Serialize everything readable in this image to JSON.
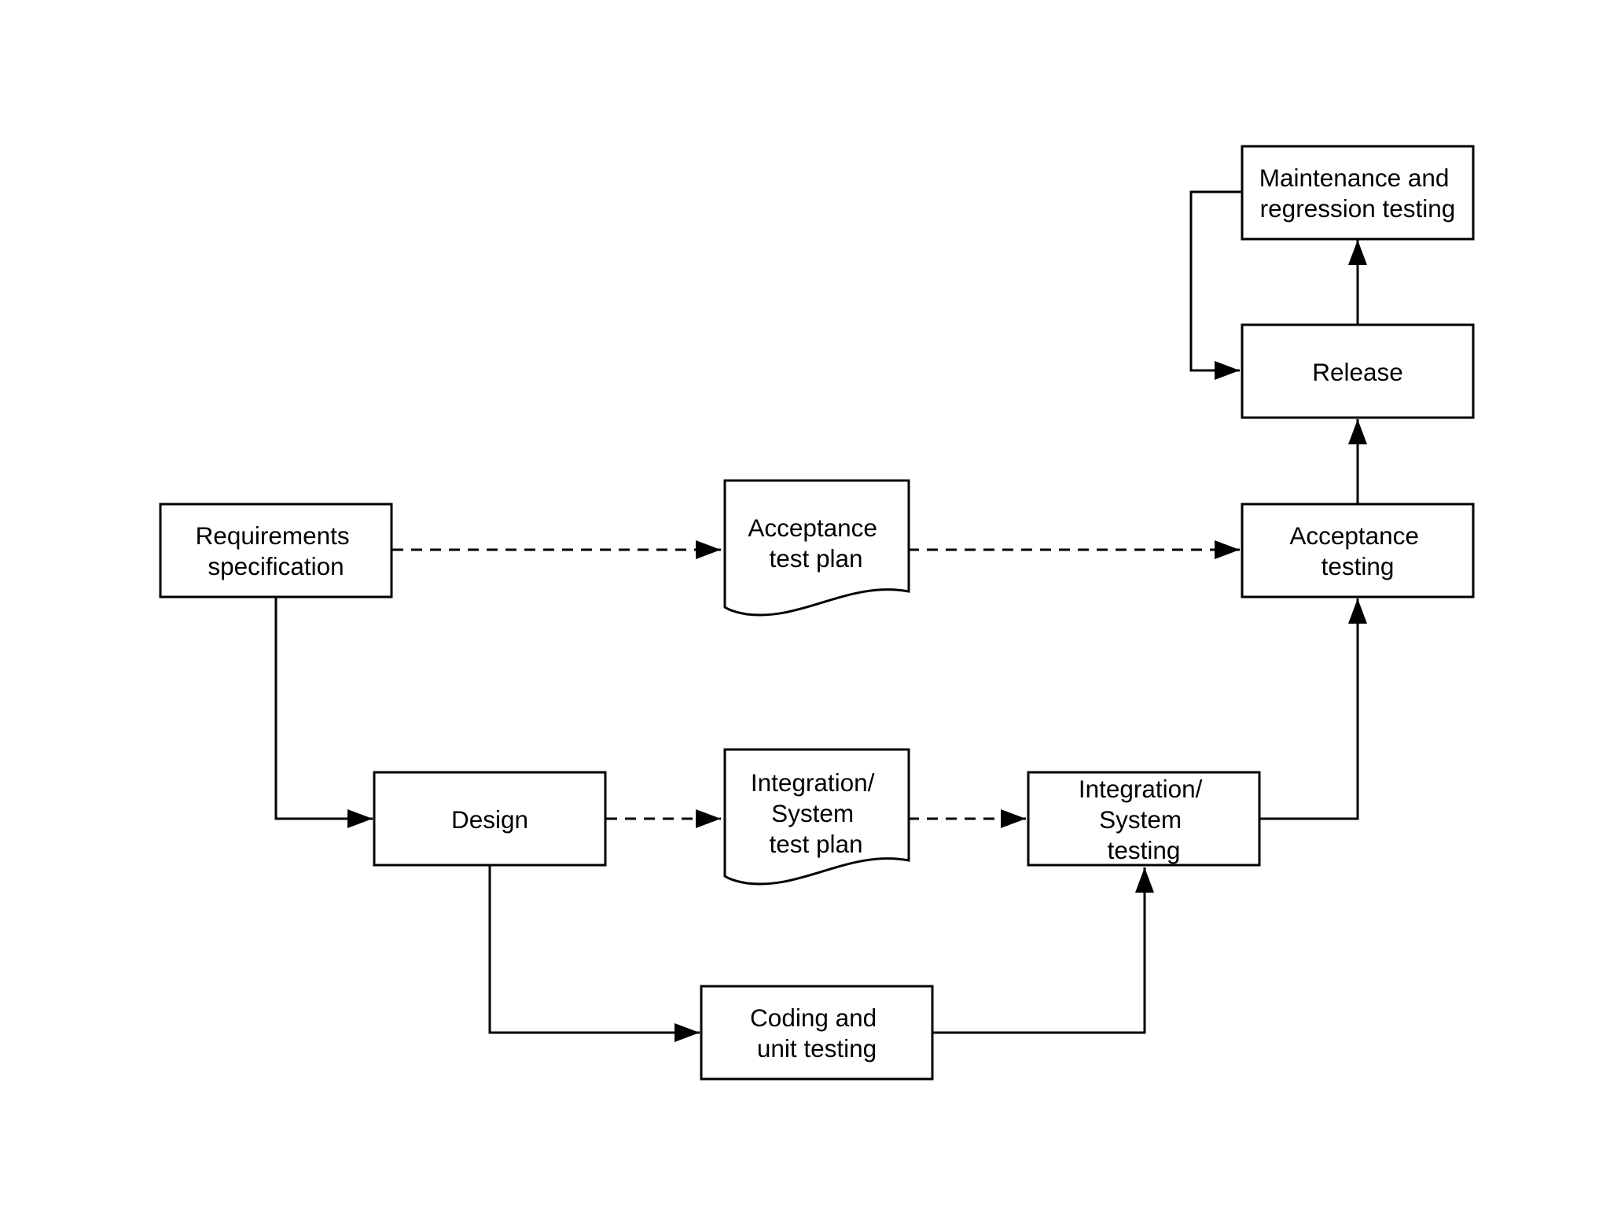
{
  "diagram": {
    "nodes": {
      "requirements": {
        "lines": [
          "Requirements",
          "specification"
        ]
      },
      "acceptance_plan": {
        "lines": [
          "Acceptance",
          "test plan"
        ]
      },
      "acceptance_testing": {
        "lines": [
          "Acceptance",
          "testing"
        ]
      },
      "release": {
        "lines": [
          "Release"
        ]
      },
      "maintenance": {
        "lines": [
          "Maintenance and",
          "regression testing"
        ]
      },
      "design": {
        "lines": [
          "Design"
        ]
      },
      "integration_plan": {
        "lines": [
          "Integration/",
          "System",
          "test plan"
        ]
      },
      "integration_testing": {
        "lines": [
          "Integration/",
          "System",
          "testing"
        ]
      },
      "coding": {
        "lines": [
          "Coding and",
          "unit testing"
        ]
      }
    },
    "edges": [
      {
        "from": "requirements",
        "to": "acceptance_plan",
        "style": "dashed"
      },
      {
        "from": "acceptance_plan",
        "to": "acceptance_testing",
        "style": "dashed"
      },
      {
        "from": "requirements",
        "to": "design",
        "style": "solid"
      },
      {
        "from": "design",
        "to": "integration_plan",
        "style": "dashed"
      },
      {
        "from": "integration_plan",
        "to": "integration_testing",
        "style": "dashed"
      },
      {
        "from": "design",
        "to": "coding",
        "style": "solid"
      },
      {
        "from": "coding",
        "to": "integration_testing",
        "style": "solid"
      },
      {
        "from": "integration_testing",
        "to": "acceptance_testing",
        "style": "solid"
      },
      {
        "from": "acceptance_testing",
        "to": "release",
        "style": "solid"
      },
      {
        "from": "release",
        "to": "maintenance",
        "style": "solid"
      },
      {
        "from": "maintenance",
        "to": "release",
        "style": "solid"
      }
    ]
  }
}
